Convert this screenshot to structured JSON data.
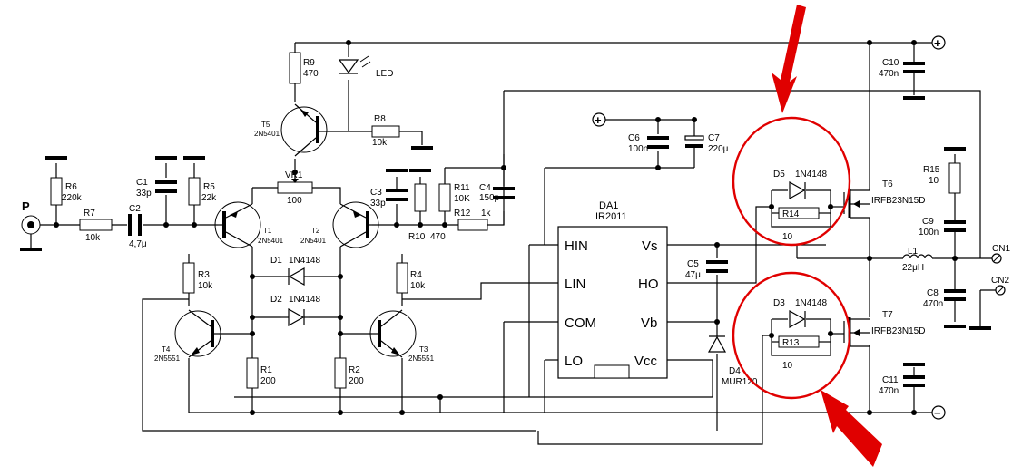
{
  "components": {
    "R6": {
      "ref": "R6",
      "value": "220k"
    },
    "R7": {
      "ref": "R7",
      "value": "10k"
    },
    "C1": {
      "ref": "C1",
      "value": "33p"
    },
    "C2": {
      "ref": "C2",
      "value": "4,7μ"
    },
    "R5": {
      "ref": "R5",
      "value": "22k"
    },
    "R9": {
      "ref": "R9",
      "value": "470"
    },
    "LED": {
      "ref": "LED"
    },
    "T5": {
      "ref": "T5",
      "part": "2N5401"
    },
    "R8": {
      "ref": "R8",
      "value": "10k"
    },
    "VR1": {
      "ref": "VR1",
      "value": "100"
    },
    "T1": {
      "ref": "T1",
      "part": "2N5401"
    },
    "T2": {
      "ref": "T2",
      "part": "2N5401"
    },
    "C3": {
      "ref": "C3",
      "value": "33p"
    },
    "R10": {
      "ref": "R10",
      "value": "470"
    },
    "R11": {
      "ref": "R11",
      "value": "10K"
    },
    "C4": {
      "ref": "C4",
      "value": "150p"
    },
    "R12": {
      "ref": "R12",
      "value": "1k"
    },
    "D1": {
      "ref": "D1",
      "part": "1N4148"
    },
    "D2": {
      "ref": "D2",
      "part": "1N4148"
    },
    "R3": {
      "ref": "R3",
      "value": "10k"
    },
    "R4": {
      "ref": "R4",
      "value": "10k"
    },
    "T4": {
      "ref": "T4",
      "part": "2N5551"
    },
    "T3": {
      "ref": "T3",
      "part": "2N5551"
    },
    "R1": {
      "ref": "R1",
      "value": "200"
    },
    "R2": {
      "ref": "R2",
      "value": "200"
    },
    "C6": {
      "ref": "C6",
      "value": "100n"
    },
    "C7": {
      "ref": "C7",
      "value": "220μ"
    },
    "DA1": {
      "ref": "DA1",
      "part": "IR2011"
    },
    "C5": {
      "ref": "C5",
      "value": "47μ"
    },
    "D4": {
      "ref": "D4",
      "part": "MUR120"
    },
    "D5": {
      "ref": "D5",
      "part": "1N4148"
    },
    "R14": {
      "ref": "R14",
      "value": "10"
    },
    "D3": {
      "ref": "D3",
      "part": "1N4148"
    },
    "R13": {
      "ref": "R13",
      "value": "10"
    },
    "T6": {
      "ref": "T6",
      "part": "IRFB23N15D"
    },
    "T7": {
      "ref": "T7",
      "part": "IRFB23N15D"
    },
    "C10": {
      "ref": "C10",
      "value": "470n"
    },
    "C11": {
      "ref": "C11",
      "value": "470n"
    },
    "R15": {
      "ref": "R15",
      "value": "10"
    },
    "C9": {
      "ref": "C9",
      "value": "100n"
    },
    "L1": {
      "ref": "L1",
      "value": "22μH"
    },
    "C8": {
      "ref": "C8",
      "value": "470n"
    }
  },
  "ic_pins": {
    "hin": "HIN",
    "lin": "LIN",
    "com": "COM",
    "lo": "LO",
    "vs": "Vs",
    "ho": "HO",
    "vb": "Vb",
    "vcc": "Vcc"
  },
  "terminals": {
    "input": "P",
    "cn1": "CN1",
    "cn2": "CN2",
    "plus": "+",
    "minus": "−"
  },
  "colors": {
    "wire": "#000000",
    "highlight": "#e00000",
    "background": "#ffffff"
  }
}
